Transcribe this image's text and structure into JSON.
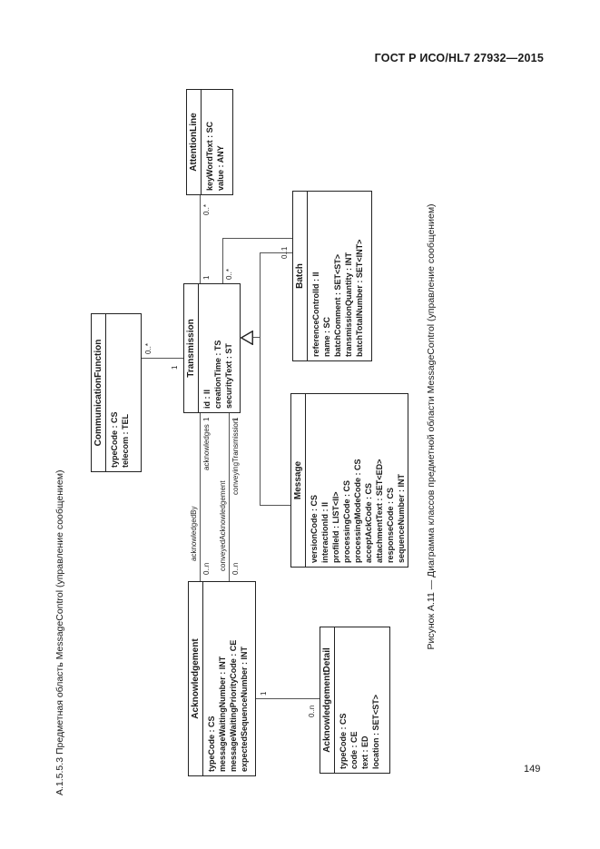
{
  "page": {
    "header": "ГОСТ Р ИСО/HL7 27932—2015",
    "page_number": "149",
    "section_heading": "А.1.5.5.3 Предметная область MessageControl (управление сообщением)",
    "caption": "Рисунок А.11 — Диаграмма классов предметной области MessageControl (управление сообщением)"
  },
  "diagram": {
    "classes": {
      "communication_function": {
        "title": "CommunicationFunction",
        "attrs": [
          "typeCode : CS",
          "telecom : TEL"
        ]
      },
      "attention_line": {
        "title": "AttentionLine",
        "attrs": [
          "keyWordText : SC",
          "value : ANY"
        ]
      },
      "transmission": {
        "title": "Transmission",
        "attrs": [
          "id : II",
          "creationTime : TS",
          "securityText : ST"
        ]
      },
      "batch": {
        "title": "Batch",
        "attrs": [
          "referenceControlId : II",
          "name : SC",
          "batchComment : SET<ST>",
          "transmissionQuantity : INT",
          "batchTotalNumber : SET<INT>"
        ]
      },
      "message": {
        "title": "Message",
        "attrs": [
          "versionCode : CS",
          "interactionId : II",
          "profileId : LIST<II>",
          "processingCode : CS",
          "processingModeCode : CS",
          "acceptAckCode : CS",
          "attachmentText : SET<ED>",
          "responseCode : CS",
          "sequenceNumber : INT"
        ]
      },
      "acknowledgement": {
        "title": "Acknowledgement",
        "attrs": [
          "typeCode : CS",
          "messageWaitingNumber : INT",
          "messageWaitingPriorityCode : CE",
          "expectedSequenceNumber : INT"
        ]
      },
      "acknowledgement_detail": {
        "title": "AcknowledgementDetail",
        "attrs": [
          "typeCode : CS",
          "code : CE",
          "text : ED",
          "location : SET<ST>"
        ]
      }
    },
    "labels": {
      "acknowledgedBy": "acknowledgedBy",
      "acknowledgedBy_mult": "0..n",
      "acknowledges": "acknowledges",
      "acknowledges_mult": "1",
      "conveyedAcknowledgement": "conveyedAcknowledgement",
      "conveyedAcknowledgement_mult": "0..n",
      "conveyingTransmission": "conveyingTransmission",
      "conveyingTransmission_mult": "1",
      "attention_transmission_mult": "1",
      "attention_line_mult": "0..*",
      "commfn_mult": "0..*",
      "commfn_transmission_mult": "1",
      "batch_transmission_mult": "0..*",
      "batch_mult": "0..1",
      "detail_ack_mult": "1",
      "detail_mult": "0..n"
    }
  }
}
